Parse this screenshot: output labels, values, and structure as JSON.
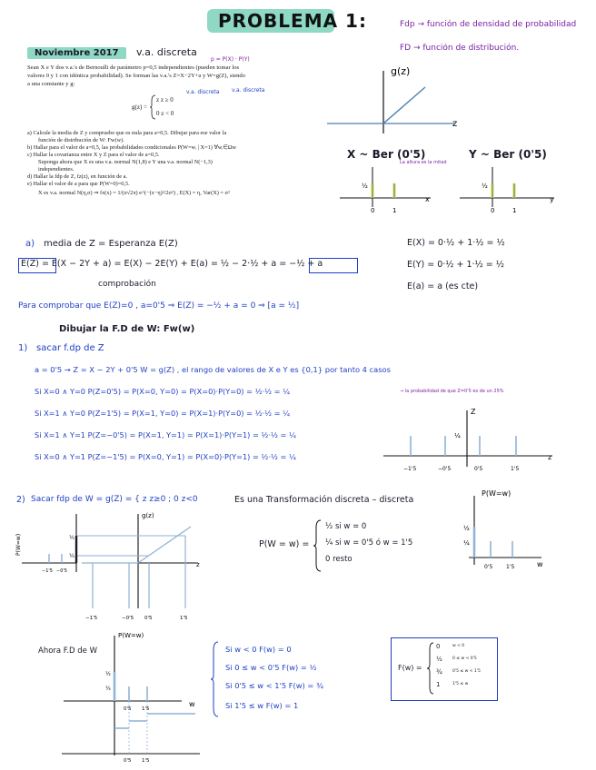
{
  "title": "PROBLEMA 1:",
  "notes": {
    "fdp": "Fdp → función de densidad de probabilidad",
    "fd": "FD → función de distribución."
  },
  "date": "Noviembre 2017",
  "va_label": "v.a. discreta",
  "annotations": {
    "pzxy": "p = P(X) · P(Y)",
    "va_discreta_1": "v.a. discreta",
    "va_discreta_2": "v.a. discreta"
  },
  "statement": {
    "line1": "Sean X e Y dos v.a.'s de Bernoulli de parámetro p=0,5 independientes (pueden tomar los",
    "line2": "valores 0 y 1 con idéntica probabilidad). Se forman las v.a.'s Z=X−2Y+a y W=g(Z), siendo",
    "line3": "a una constante y g:",
    "g_def": "g(z) = { z  z ≥ 0 ; 0  z < 0",
    "g_lhs": "g(z) =",
    "g_case1": "z    z ≥ 0",
    "g_case2": "0    z < 0",
    "a": "a)  Calcule la media de Z y compruebe que es nula para a=0,5. Dibujar para ese valor la",
    "a2": "función de distribución de W: Fw(w).",
    "b": "b)  Hallar para el valor de a=0,5, las probabilidades condicionales P(W=wᵢ | X=1) ∀wᵢ∈Ωw",
    "c": "c)  Hallar la covarianza entre X y Z para el valor de a=0,5.",
    "c2": "Suponga ahora que X es una v.a. normal N(1,8) e Y una v.a. normal N(−1,3)",
    "c3": "independientes.",
    "d": "d)  Hallar la fdp de Z, fz(z), en función de a.",
    "e": "e)  Hallar el valor de a para que P(W=0)=0,5.",
    "e2": "X es v.a. normal N(η,σ) ⇒ fx(x) = 1/(σ√2π) e^(−(x−η)²/2σ²) ,  E(X) = η,  Var(X) = σ²"
  },
  "graph_g": {
    "ylabel": "g(z)",
    "xlabel": "z"
  },
  "bernoulli": {
    "x_title": "X ~ Ber (0'5)",
    "y_title": "Y ~ Ber (0'5)",
    "note": "La altura es la mitad",
    "half": "½",
    "half_b": "½",
    "x_axis": "x",
    "y_axis": "y",
    "t0": "0",
    "t1": "1",
    "t0b": "0",
    "t1b": "1"
  },
  "part_a": {
    "label": "a)",
    "heading": "media de Z = Esperanza     E(Z)",
    "eq": "E(Z) = E(X − 2Y + a)  =  E(X) − 2E(Y) + E(a)  =  ½ − 2·½ + a = −½ + a",
    "ex": "E(X) = 0·½ + 1·½ = ½",
    "ey": "E(Y) = 0·½ + 1·½ = ½",
    "ea": "E(a) = a  (es cte)",
    "comprobacion": "comprobación",
    "check": "Para comprobar que E(Z)=0 , a=0'5 ⇒ E(Z) = −½ + a = 0 ⇒ [a = ½]",
    "dibujar": "Dibujar la F.D de W: Fw(w)"
  },
  "step1": {
    "label": "1)",
    "title": "sacar f.dp de Z",
    "rango": "a = 0'5  →  Z = X − 2Y + 0'5        W = g(Z)  , el rango de valores de X e Y es {0,1} por tanto 4 casos",
    "case1": "Si X=0 ∧ Y=0    P(Z=0'5) = P(X=0, Y=0) = P(X=0)·P(Y=0) = ½·½ = ¼",
    "case1_note": "→ la probabilidad de que Z=0'5 es de un 25%",
    "case2": "Si X=1 ∧ Y=0    P(Z=1'5) = P(X=1, Y=0) = P(X=1)·P(Y=0) = ½·½ = ¼",
    "case3": "Si X=1 ∧ Y=1    P(Z=−0'5) = P(X=1, Y=1) = P(X=1)·P(Y=1) = ½·½ = ¼",
    "case4": "Si X=0 ∧ Y=1    P(Z=−1'5) = P(X=0, Y=1) = P(X=0)·P(Y=1) = ½·½ = ¼",
    "plot": {
      "ylabel": "Z",
      "xlabel": "z",
      "height_label": "¼",
      "ticks": [
        "−1'5",
        "−0'5",
        "0'5",
        "1'5"
      ]
    }
  },
  "step2": {
    "label": "2)",
    "title": "Sacar fdp de W = g(Z) = { z  z≥0 ; 0  z<0",
    "transf": "Es una Transformación discreta – discreta",
    "pw_lhs": "P(W = w) =",
    "pw_c1": "½   si w = 0",
    "pw_c2": "¼   si w = 0'5 ó w = 1'5",
    "pw_c3": "0   resto",
    "plot_pw": {
      "ylabel": "P(W=w)",
      "xlabel": "w",
      "half": "½",
      "quarter": "¼",
      "t1": "0'5",
      "t2": "1'5"
    },
    "plot_tr": {
      "gz": "g(z)",
      "pw": "P(W=w)",
      "z": "z",
      "ticks": [
        "−1'5",
        "−0'5",
        "0'5",
        "1'5"
      ],
      "left_ticks": [
        "−1'5",
        "−0'5"
      ],
      "pw_half": "½",
      "pw_quarter": "¼"
    }
  },
  "fd": {
    "label": "Ahora F.D de W",
    "ylabel": "P(W=w)",
    "xlabel": "w",
    "ticks": [
      "0'5",
      "1'5"
    ],
    "ticks_bottom": [
      "0'5",
      "1'5"
    ],
    "lv": [
      "½",
      "¼"
    ],
    "cases": [
      "Si w < 0          F(w) = 0",
      "Si 0 ≤ w < 0'5   F(w) = ½",
      "Si 0'5 ≤ w < 1'5   F(w) = ¾",
      "Si 1'5 ≤ w        F(w) = 1"
    ],
    "box_lhs": "F(w) =",
    "box_vals": [
      "0",
      "½",
      "¾",
      "1"
    ],
    "box_conds": [
      "w < 0",
      "0 ≤ w < 0'5",
      "0'5 ≤ w < 1'5",
      "1'5 ≤ w"
    ]
  },
  "colors": {
    "ink": "#1a1a2a",
    "blue": "#1f3fc4",
    "purple": "#7a1fa2",
    "teal": "#8ed8c4",
    "stem": "#8fb2d6"
  }
}
